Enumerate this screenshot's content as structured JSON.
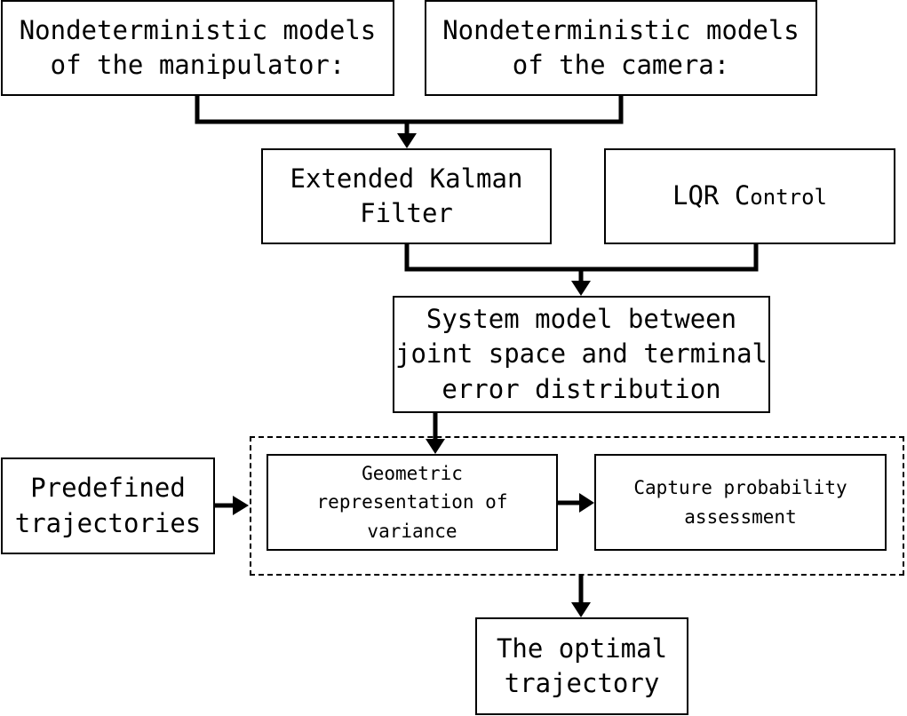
{
  "diagram": {
    "nodes": {
      "manipulator": "Nondeterministic models\nof the manipulator:",
      "camera": "Nondeterministic models\nof the camera:",
      "ekf": "Extended Kalman\nFilter",
      "lqr_big": "LQR C",
      "lqr_small": "ontrol",
      "system_model": "System model between\njoint space and terminal\nerror distribution",
      "predefined": "Predefined\ntrajectories",
      "geometric": "Geometric\nrepresentation of\nvariance",
      "capture": "Capture probability\nassessment",
      "optimal": "The optimal\ntrajectory"
    },
    "edges": [
      {
        "from": "manipulator",
        "to": "ekf"
      },
      {
        "from": "camera",
        "to": "ekf"
      },
      {
        "from": "ekf",
        "to": "system_model"
      },
      {
        "from": "lqr",
        "to": "system_model"
      },
      {
        "from": "system_model",
        "to": "geometric"
      },
      {
        "from": "predefined",
        "to": "dashed_group"
      },
      {
        "from": "geometric",
        "to": "capture"
      },
      {
        "from": "dashed_group",
        "to": "optimal"
      }
    ]
  }
}
